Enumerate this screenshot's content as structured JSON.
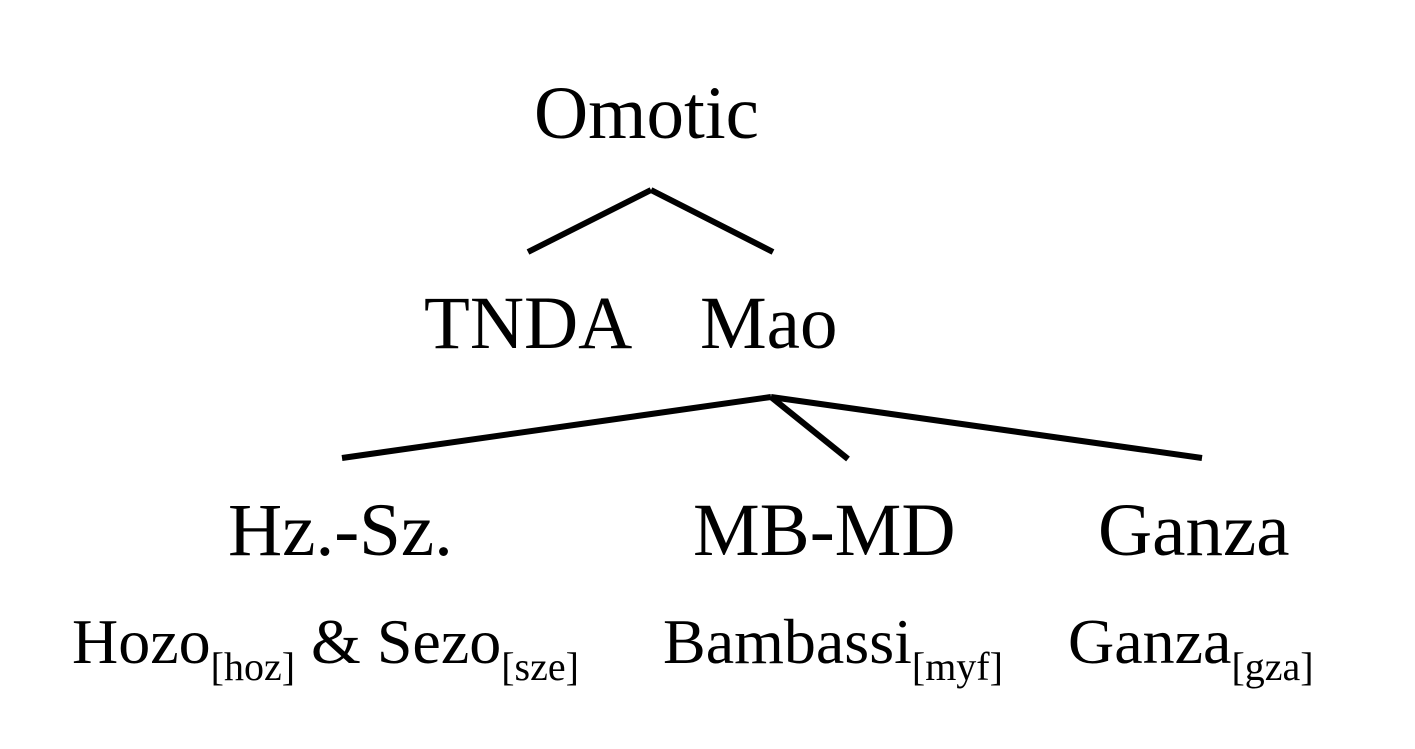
{
  "tree": {
    "root": "Omotic",
    "level1": [
      "TNDA",
      "Mao"
    ],
    "level2": [
      "Hz.-Sz.",
      "MB-MD",
      "Ganza"
    ]
  },
  "languages": [
    {
      "parts": [
        {
          "name": "Hozo",
          "code": "[hoz]"
        },
        {
          "connector": "&"
        },
        {
          "name": "Sezo",
          "code": "[sze]"
        }
      ]
    },
    {
      "name": "Bambassi",
      "code": "[myf]"
    },
    {
      "name": "Ganza",
      "code": "[gza]"
    }
  ]
}
